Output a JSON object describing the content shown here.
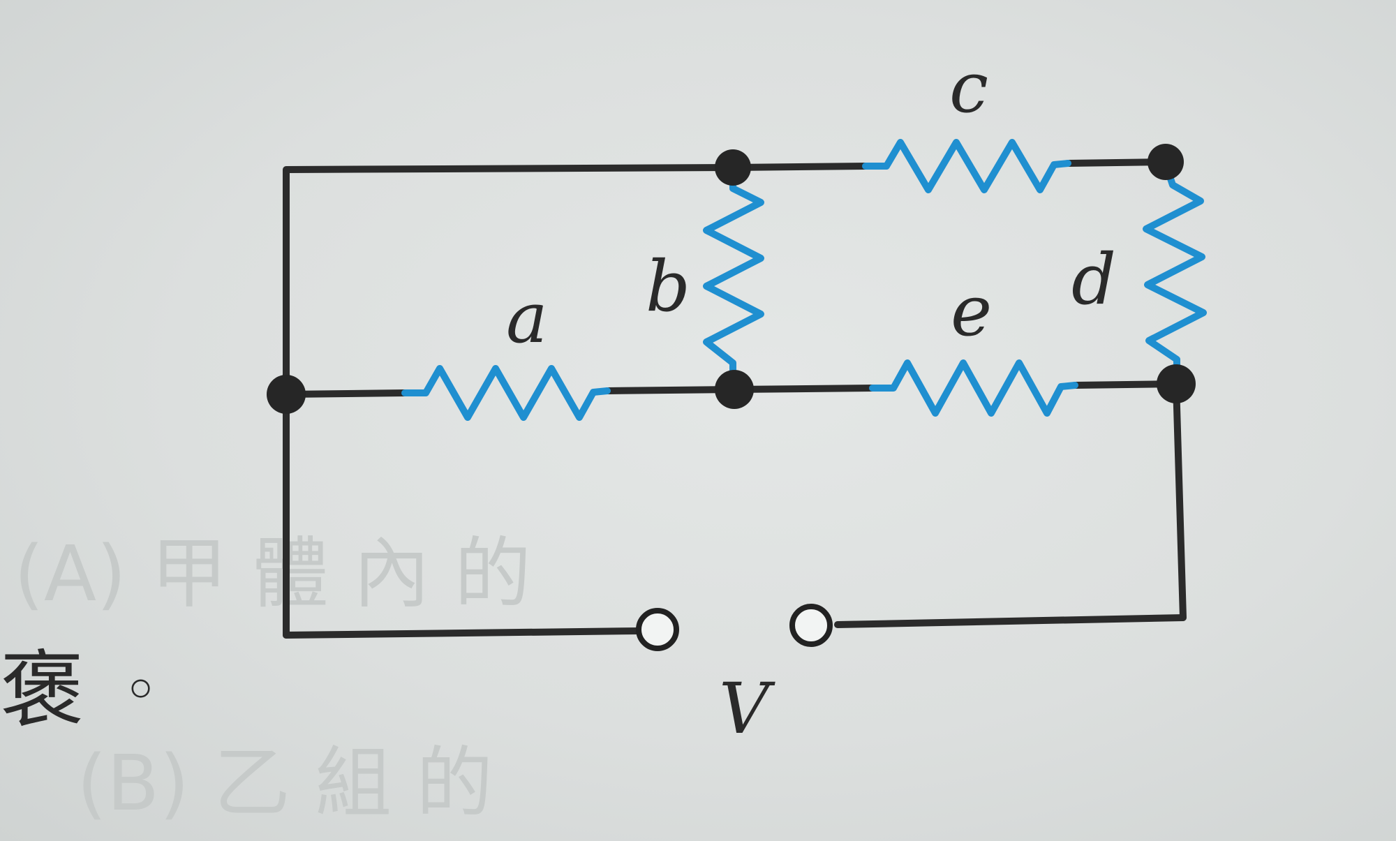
{
  "diagram": {
    "resistors": [
      {
        "id": "a",
        "label": "a"
      },
      {
        "id": "b",
        "label": "b"
      },
      {
        "id": "c",
        "label": "c"
      },
      {
        "id": "d",
        "label": "d"
      },
      {
        "id": "e",
        "label": "e"
      }
    ],
    "source_label": "V",
    "colors": {
      "wire": "#2b2b2b",
      "resistor": "#1f8fd0",
      "background": "#dde0df"
    }
  },
  "page_text": {
    "left_fragment": "褒",
    "circle_mark": "◦",
    "bleed_through_top": "(A) 甲 體 內 的",
    "bleed_through_bottom": "(B) 乙 組 的"
  }
}
